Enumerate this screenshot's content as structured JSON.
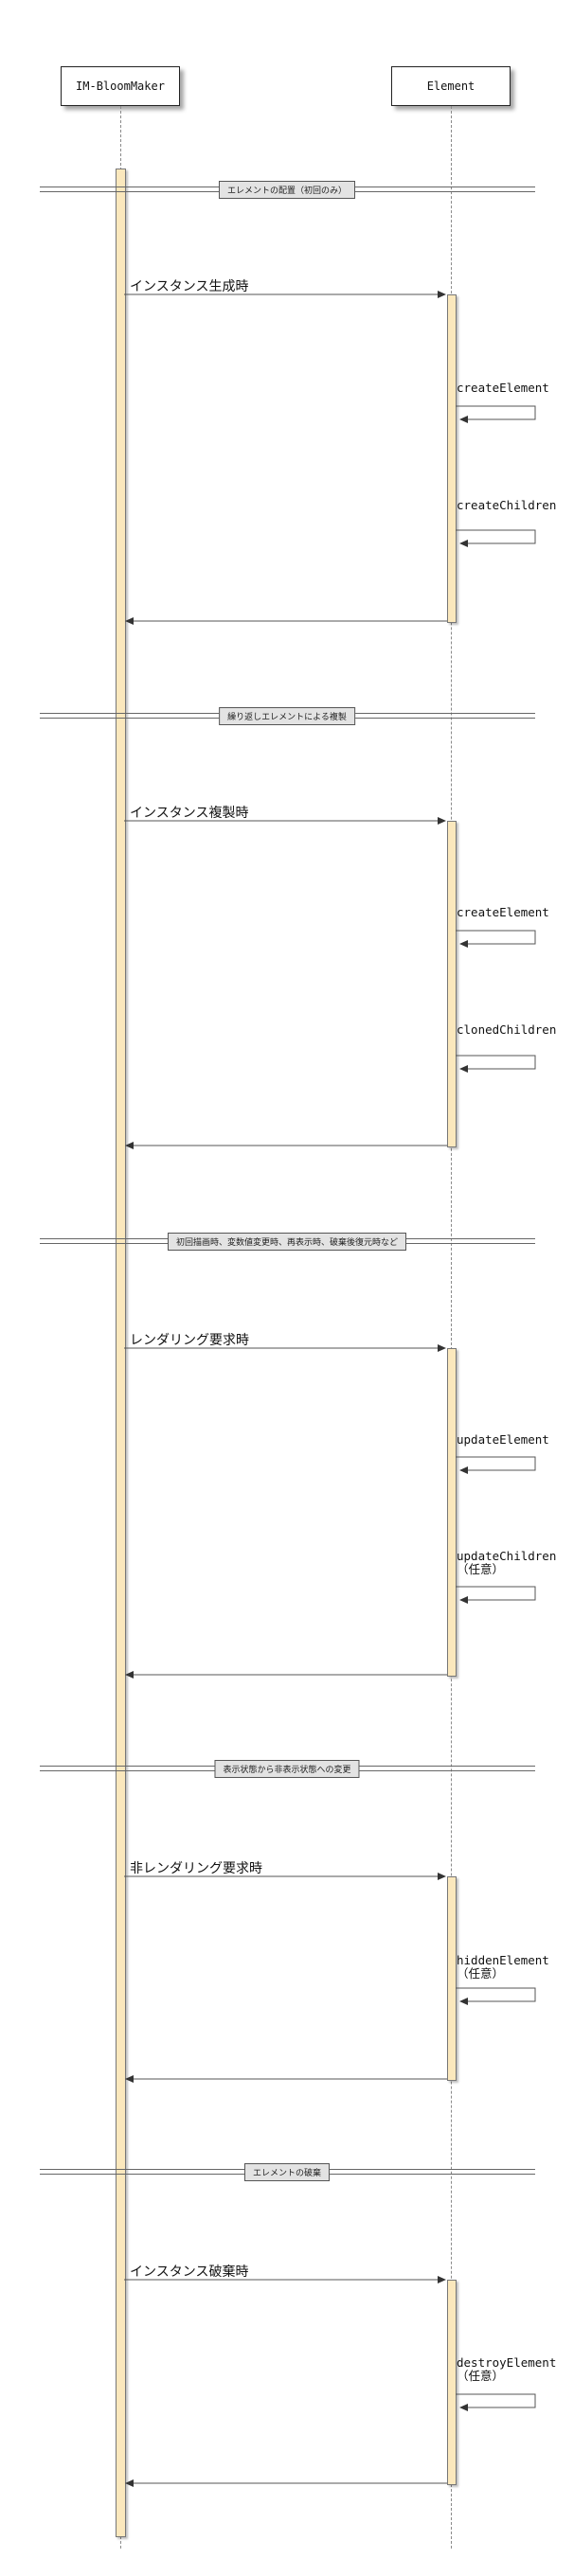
{
  "participants": [
    {
      "id": "bloommaker",
      "label": "IM-BloomMaker"
    },
    {
      "id": "element",
      "label": "Element"
    }
  ],
  "sections": [
    {
      "separator": "エレメントの配置（初回のみ）",
      "request": "インスタンス生成時",
      "self_calls": [
        "createElement",
        "createChildren"
      ]
    },
    {
      "separator": "繰り返しエレメントによる複製",
      "request": "インスタンス複製時",
      "self_calls": [
        "createElement",
        "clonedChildren"
      ]
    },
    {
      "separator": "初回描画時、変数値変更時、再表示時、破棄後復元時など",
      "request": "レンダリング要求時",
      "self_calls": [
        "updateElement",
        "updateChildren（任意）"
      ]
    },
    {
      "separator": "表示状態から非表示状態への変更",
      "request": "非レンダリング要求時",
      "self_calls": [
        "hiddenElement（任意）"
      ]
    },
    {
      "separator": "エレメントの破棄",
      "request": "インスタンス破棄時",
      "self_calls": [
        "destroyElement（任意）"
      ]
    }
  ]
}
